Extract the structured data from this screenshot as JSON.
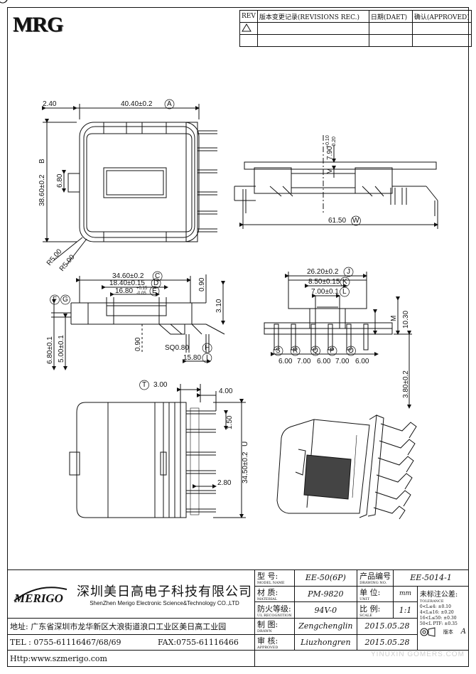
{
  "header": {
    "logo": "MRG",
    "rev_label": "REV",
    "rev_history": "版本变更记录(REVISIONS REC.)",
    "date_label": "日期(DAET)",
    "approved_label": "确认(APPROVED)"
  },
  "dims": {
    "top_left": "2.40",
    "top_width": "40.40±0.2",
    "top_width_tag": "A",
    "left_height": "38.60±0.2",
    "left_height_tag": "B",
    "slot": "6.80",
    "r1": "R5.00",
    "r2": "R5.00",
    "side_h": "7.90",
    "side_h_tol_top": "+0.10",
    "side_h_tol_bot": "-0.20",
    "side_h_tag": "V",
    "side_w": "61.50",
    "side_w_tag": "W",
    "front_c": "34.60±0.2",
    "front_c_tag": "C",
    "front_d": "18.40±0.15",
    "front_d_tag": "D",
    "front_e": "16.80",
    "front_e_tol_top": "+0.15",
    "front_e_tol_bot": "-0.05",
    "front_e_tag": "E",
    "front_f_tag": "F",
    "front_g_tag": "G",
    "front_090a": "0.90",
    "front_310": "3.10",
    "front_090b": "0.90",
    "front_sq": "SQ0.80",
    "front_sq_tag": "H",
    "front_1580": "15.80",
    "front_1580_tag": "I",
    "front_680": "6.80±0.1",
    "front_500": "5.00±0.1",
    "end_j": "26.20±0.2",
    "end_j_tag": "J",
    "end_k": "8.50±0.15",
    "end_k_tag": "K",
    "end_l": "7.00±0.1",
    "end_l_tag": "L",
    "end_m_tag": "M",
    "end_1030": "10.30",
    "end_380": "3.80±0.2",
    "pitches": [
      "6.00",
      "7.00",
      "6.00",
      "7.00",
      "6.00"
    ],
    "pitch_tags": [
      "S",
      "R",
      "Q",
      "P",
      "O"
    ],
    "bot_t": "3.00",
    "bot_t_tag": "T",
    "bot_400": "4.00",
    "bot_150": "1.50",
    "bot_3450": "34.50±0.2",
    "bot_3450_tag": "U",
    "bot_280": "2.80"
  },
  "title_block": {
    "model_label": "型  号:",
    "model_label_en": "MODEL NAME",
    "model_value": "EE-50(6P)",
    "drawing_no_label": "产品编号",
    "drawing_no_label_en": "DRAWING NO.",
    "drawing_no_value": "EE-5014-1",
    "material_label": "材  质:",
    "material_label_en": "MATERIAL",
    "material_value": "PM-9820",
    "unit_label": "单  位:",
    "unit_label_en": "UNIT",
    "unit_value": "mm",
    "tol_title": "未标注公差:",
    "tol_title_en": "TOLERANCE",
    "tolerances": [
      "0<L≤4:  ±0.10",
      "4<L≤16: ±0.20",
      "16<L≤50: ±0.30",
      "50<L PTF:  ±0.35"
    ],
    "ul_label": "防火等级:",
    "ul_label_en": "UL RECOGNITION",
    "ul_value": "94V-0",
    "scale_label": "比  例:",
    "scale_label_en": "SCALE",
    "scale_value": "1:1",
    "drawn_label": "制  图:",
    "drawn_label_en": "DRAWN",
    "drawn_value": "Zengchenglin",
    "drawn_date": "2015.05.28",
    "approved_label": "审  核:",
    "approved_label_en": "APPROVED",
    "approved_value": "Liuzhongren",
    "approved_date": "2015.05.28",
    "version_label": "版本",
    "version_value": "A",
    "company_logo": "MERIGO",
    "company_cn": "深圳美日高电子科技有限公司",
    "company_en": "ShenZhen Merigo Electronic Science&Technology CO.,LTD",
    "address": "地址: 广东省深圳市龙华新区大浪街道浪口工业区美日高工业园",
    "tel": "TEL : 0755-61116467/68/69",
    "fax": "FAX:0755-61116466",
    "http": "Http:www.szmerigo.com"
  },
  "watermark": "YINUXIN GOMERS.COM"
}
